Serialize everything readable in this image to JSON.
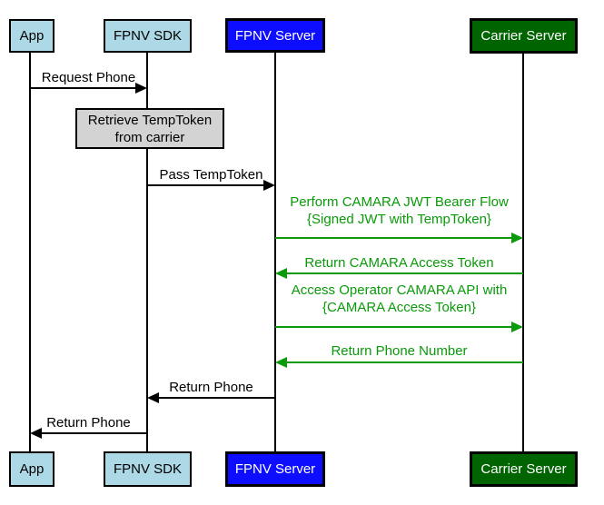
{
  "diagram": {
    "type": "sequence-diagram",
    "actors": {
      "app": "App",
      "sdk": "FPNV SDK",
      "server": "FPNV Server",
      "carrier": "Carrier Server"
    },
    "messages": {
      "request_phone": "Request Phone",
      "note_line1": "Retrieve TempToken",
      "note_line2": "from carrier",
      "pass_temptoken": "Pass TempToken",
      "jwt_flow_line1": "Perform CAMARA JWT Bearer Flow",
      "jwt_flow_line2": "{Signed JWT with TempToken}",
      "return_access_token": "Return CAMARA Access Token",
      "access_api_line1": "Access Operator CAMARA API with",
      "access_api_line2": "{CAMARA Access Token}",
      "return_phone_number": "Return Phone Number",
      "return_phone_to_sdk": "Return Phone",
      "return_phone_to_app": "Return Phone"
    },
    "colors": {
      "actor_fill": "#add8e6",
      "server_fill": "#0d0dff",
      "carrier_fill": "#006400",
      "note_fill": "#d3d3d3",
      "flow_green": "#0a9a0a",
      "line_black": "#000000",
      "background": "#ffffff"
    }
  }
}
